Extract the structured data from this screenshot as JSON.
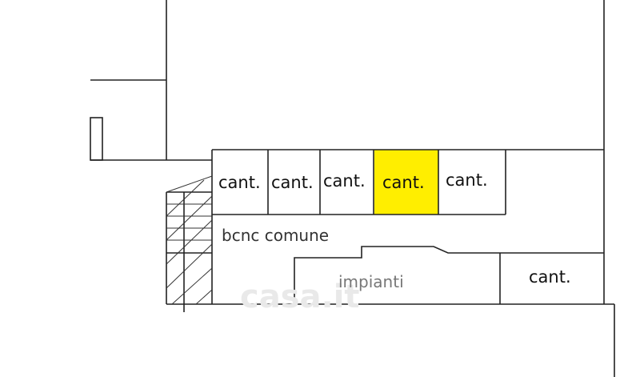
{
  "rooms": [
    {
      "label": "cant.",
      "highlighted": false
    },
    {
      "label": "cant.",
      "highlighted": false
    },
    {
      "label": "cant.",
      "highlighted": false
    },
    {
      "label": "cant.",
      "highlighted": true
    },
    {
      "label": "cant.",
      "highlighted": false
    }
  ],
  "corridor_label": "bcnc comune",
  "plant_room_label": "impianti",
  "lower_cellar_label": "cant.",
  "watermark": "casa.it",
  "highlight_color": "#ffee00"
}
